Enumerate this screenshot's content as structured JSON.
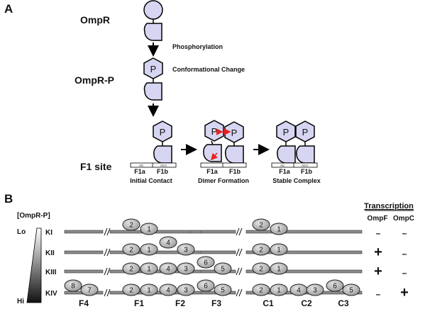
{
  "panel_a": {
    "label": "A",
    "ompr_label": "OmpR",
    "omprp_label": "OmpR-P",
    "phosphorylation": "Phosphorylation",
    "conformational_change": "Conformational Change",
    "f1site_label": "F1 site",
    "p_letter": "P",
    "stage_captions": [
      "Initial Contact",
      "Dimer Formation",
      "Stable Complex"
    ],
    "half_site_labels": [
      "F1a",
      "F1b"
    ],
    "dna_box_text": [
      "AC",
      "ACA"
    ],
    "colors": {
      "protein_fill": "#d6d6f3",
      "arrow": "#000000",
      "highlight_arrow": "#e8211c"
    }
  },
  "panel_b": {
    "label": "B",
    "conc_header": "[OmpR-P]",
    "lo_label": "Lo",
    "hi_label": "Hi",
    "transcription_header": "Transcription",
    "gene_headers": [
      "OmpF",
      "OmpC"
    ],
    "sites_left": [
      "F4",
      "F1",
      "F2",
      "F3"
    ],
    "sites_right": [
      "C1",
      "C2",
      "C3"
    ],
    "rows": [
      {
        "label": "KI",
        "left_ovals": [
          "2",
          "1"
        ],
        "right_ovals": [
          "2",
          "1"
        ],
        "ompf": "–",
        "ompc": "–"
      },
      {
        "label": "KII",
        "left_ovals": [
          "2",
          "1",
          "4",
          "3"
        ],
        "right_ovals": [
          "2",
          "1"
        ],
        "ompf": "+",
        "ompc": "–"
      },
      {
        "label": "KIII",
        "left_ovals": [
          "2",
          "1",
          "4",
          "3",
          "6",
          "5"
        ],
        "right_ovals": [
          "2",
          "1"
        ],
        "ompf": "+",
        "ompc": "–"
      },
      {
        "label": "KIV",
        "left_ovals": [
          "8",
          "7",
          "2",
          "1",
          "4",
          "3",
          "6",
          "5"
        ],
        "right_ovals": [
          "2",
          "1",
          "4",
          "3",
          "6",
          "5"
        ],
        "ompf": "–",
        "ompc": "+"
      }
    ],
    "colors": {
      "oval_fill": "#bcbcbc",
      "dna_line": "#8a8a8a"
    }
  }
}
